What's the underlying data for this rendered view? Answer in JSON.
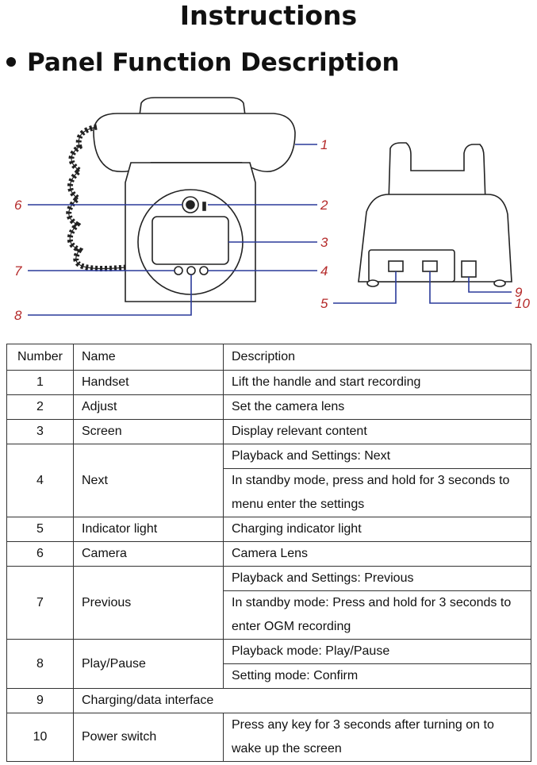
{
  "page": {
    "title": "Instructions",
    "subtitle": "Panel Function Description"
  },
  "diagram": {
    "callouts": [
      "1",
      "2",
      "3",
      "4",
      "5",
      "6",
      "7",
      "8",
      "9",
      "10"
    ],
    "colors": {
      "callout_red": "#b52a2a",
      "callout_blue": "#2a3a9a"
    }
  },
  "table": {
    "headers": [
      "Number",
      "Name",
      "Description"
    ],
    "rows": [
      {
        "number": "1",
        "name": "Handset",
        "descriptions": [
          "Lift the handle and start recording"
        ]
      },
      {
        "number": "2",
        "name": "Adjust",
        "descriptions": [
          "Set the camera lens"
        ]
      },
      {
        "number": "3",
        "name": "Screen",
        "descriptions": [
          "Display relevant content"
        ]
      },
      {
        "number": "4",
        "name": "Next",
        "descriptions": [
          "Playback and Settings: Next",
          "In standby mode, press and hold for 3 seconds to menu enter the settings"
        ]
      },
      {
        "number": "5",
        "name": "Indicator light",
        "descriptions": [
          "Charging indicator light"
        ]
      },
      {
        "number": "6",
        "name": "Camera",
        "descriptions": [
          "Camera Lens"
        ]
      },
      {
        "number": "7",
        "name": "Previous",
        "descriptions": [
          "Playback and Settings: Previous",
          "In standby mode: Press and hold for 3 seconds to enter OGM recording"
        ]
      },
      {
        "number": "8",
        "name": "Play/Pause",
        "descriptions": [
          "Playback mode: Play/Pause",
          "Setting mode: Confirm"
        ]
      },
      {
        "number": "9",
        "name": "Charging/data interface",
        "descriptions": []
      },
      {
        "number": "10",
        "name": "Power switch",
        "descriptions": [
          "Press any key for 3 seconds after turning on to wake up the screen"
        ]
      }
    ]
  }
}
